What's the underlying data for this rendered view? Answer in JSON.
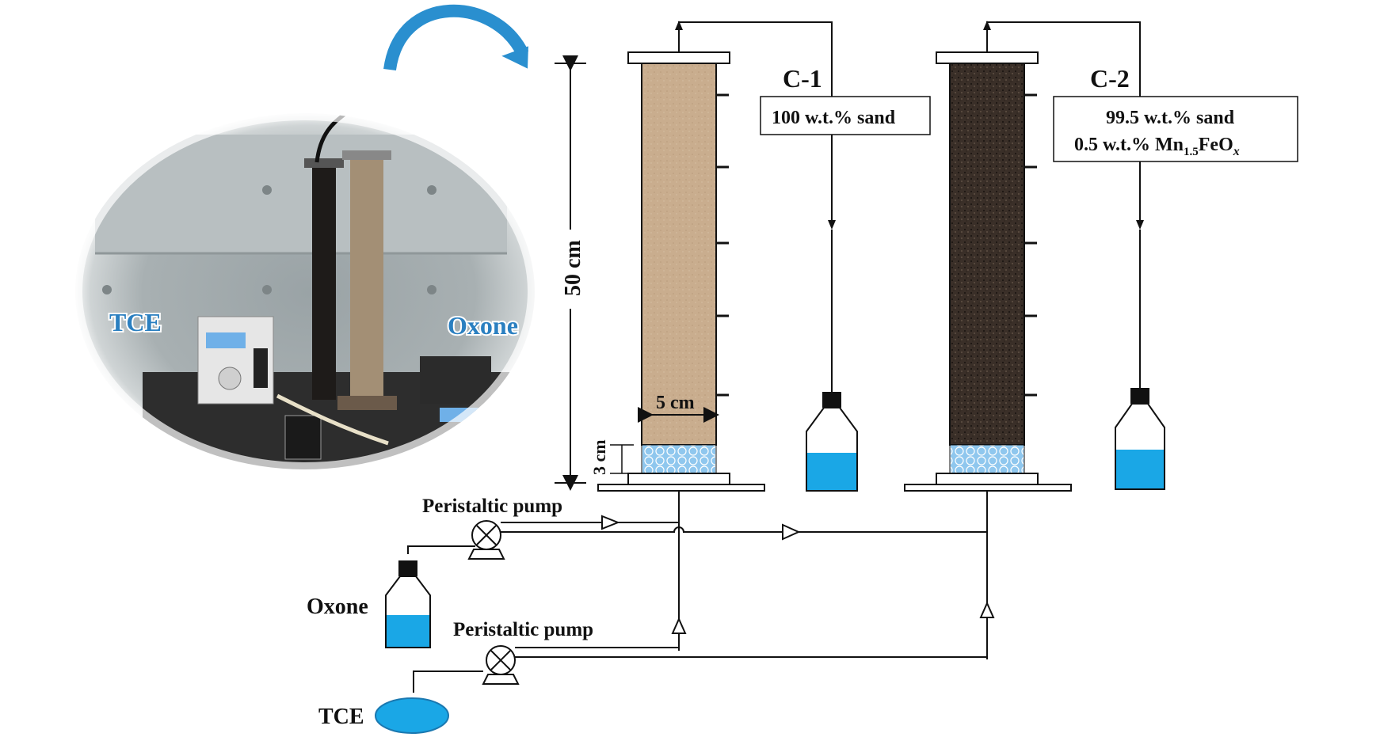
{
  "photo": {
    "labels": {
      "left": "TCE",
      "right": "Oxone"
    }
  },
  "columns": {
    "height_label": "50 cm",
    "diameter_label": "5 cm",
    "support_label": "3 cm",
    "c1": {
      "name": "C-1",
      "composition": "100 w.t.% sand"
    },
    "c2": {
      "name": "C-2",
      "line1": "99.5 w.t.% sand",
      "line2_prefix": "0.5 w.t.% Mn",
      "line2_sub": "1.5",
      "line2_mid": "FeO",
      "line2_sub2": "x"
    }
  },
  "feed": {
    "pump_upper_label": "Peristaltic pump",
    "pump_lower_label": "Peristaltic pump",
    "oxone_label": "Oxone",
    "tce_label": "TCE"
  },
  "colors": {
    "arrow_blue": "#2a8fcf",
    "liquid_blue": "#1aa7e6",
    "sand": "#c9ad8e",
    "dark_media": "#3a2f28",
    "support_bed": "#8fc7ee",
    "line": "#111111"
  }
}
